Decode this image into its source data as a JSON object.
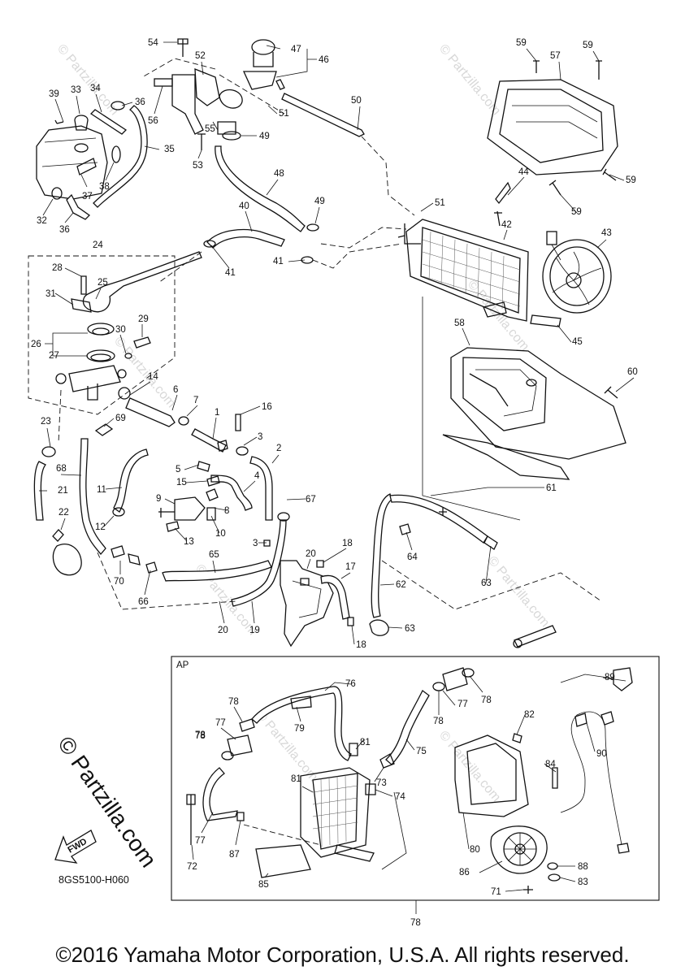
{
  "diagram": {
    "section_label": "AP",
    "fwd_label": "FWD",
    "brand_watermark": "© Partzilla.com",
    "faint_watermarks": [
      "© Partzilla.com",
      "© Partzilla.com",
      "© Partzilla.com",
      "© Partzilla.com",
      "© Partzilla.com",
      "© Partzilla.com",
      "© Partzilla.com",
      "© Partzilla.com"
    ],
    "diagram_code": "8GS5100-H060",
    "copyright": "©2016 Yamaha Motor Corporation, U.S.A. All rights reserved."
  },
  "callouts": [
    {
      "n": "54"
    },
    {
      "n": "52"
    },
    {
      "n": "47"
    },
    {
      "n": "46"
    },
    {
      "n": "59"
    },
    {
      "n": "57"
    },
    {
      "n": "59"
    },
    {
      "n": "39"
    },
    {
      "n": "33"
    },
    {
      "n": "34"
    },
    {
      "n": "36"
    },
    {
      "n": "56"
    },
    {
      "n": "55"
    },
    {
      "n": "51"
    },
    {
      "n": "50"
    },
    {
      "n": "49"
    },
    {
      "n": "35"
    },
    {
      "n": "53"
    },
    {
      "n": "48"
    },
    {
      "n": "37"
    },
    {
      "n": "38"
    },
    {
      "n": "32"
    },
    {
      "n": "36"
    },
    {
      "n": "40"
    },
    {
      "n": "49"
    },
    {
      "n": "51"
    },
    {
      "n": "44"
    },
    {
      "n": "59"
    },
    {
      "n": "59"
    },
    {
      "n": "42"
    },
    {
      "n": "43"
    },
    {
      "n": "24"
    },
    {
      "n": "41"
    },
    {
      "n": "41"
    },
    {
      "n": "28"
    },
    {
      "n": "25"
    },
    {
      "n": "31"
    },
    {
      "n": "29"
    },
    {
      "n": "30"
    },
    {
      "n": "26"
    },
    {
      "n": "27"
    },
    {
      "n": "45"
    },
    {
      "n": "58"
    },
    {
      "n": "60"
    },
    {
      "n": "14"
    },
    {
      "n": "6"
    },
    {
      "n": "7"
    },
    {
      "n": "16"
    },
    {
      "n": "1"
    },
    {
      "n": "23"
    },
    {
      "n": "69"
    },
    {
      "n": "3"
    },
    {
      "n": "2"
    },
    {
      "n": "5"
    },
    {
      "n": "68"
    },
    {
      "n": "15"
    },
    {
      "n": "4"
    },
    {
      "n": "11"
    },
    {
      "n": "21"
    },
    {
      "n": "9"
    },
    {
      "n": "8"
    },
    {
      "n": "67"
    },
    {
      "n": "61"
    },
    {
      "n": "10"
    },
    {
      "n": "22"
    },
    {
      "n": "12"
    },
    {
      "n": "13"
    },
    {
      "n": "3"
    },
    {
      "n": "18"
    },
    {
      "n": "64"
    },
    {
      "n": "20"
    },
    {
      "n": "17"
    },
    {
      "n": "63"
    },
    {
      "n": "65"
    },
    {
      "n": "70"
    },
    {
      "n": "66"
    },
    {
      "n": "62"
    },
    {
      "n": "20"
    },
    {
      "n": "19"
    },
    {
      "n": "18"
    },
    {
      "n": "63"
    },
    {
      "n": "89"
    },
    {
      "n": "76"
    },
    {
      "n": "78"
    },
    {
      "n": "78"
    },
    {
      "n": "77"
    },
    {
      "n": "78"
    },
    {
      "n": "77"
    },
    {
      "n": "82"
    },
    {
      "n": "79"
    },
    {
      "n": "78"
    },
    {
      "n": "75"
    },
    {
      "n": "90"
    },
    {
      "n": "81"
    },
    {
      "n": "84"
    },
    {
      "n": "78"
    },
    {
      "n": "73"
    },
    {
      "n": "81"
    },
    {
      "n": "74"
    },
    {
      "n": "77"
    },
    {
      "n": "87"
    },
    {
      "n": "80"
    },
    {
      "n": "72"
    },
    {
      "n": "86"
    },
    {
      "n": "88"
    },
    {
      "n": "85"
    },
    {
      "n": "83"
    },
    {
      "n": "71"
    },
    {
      "n": "78"
    }
  ]
}
